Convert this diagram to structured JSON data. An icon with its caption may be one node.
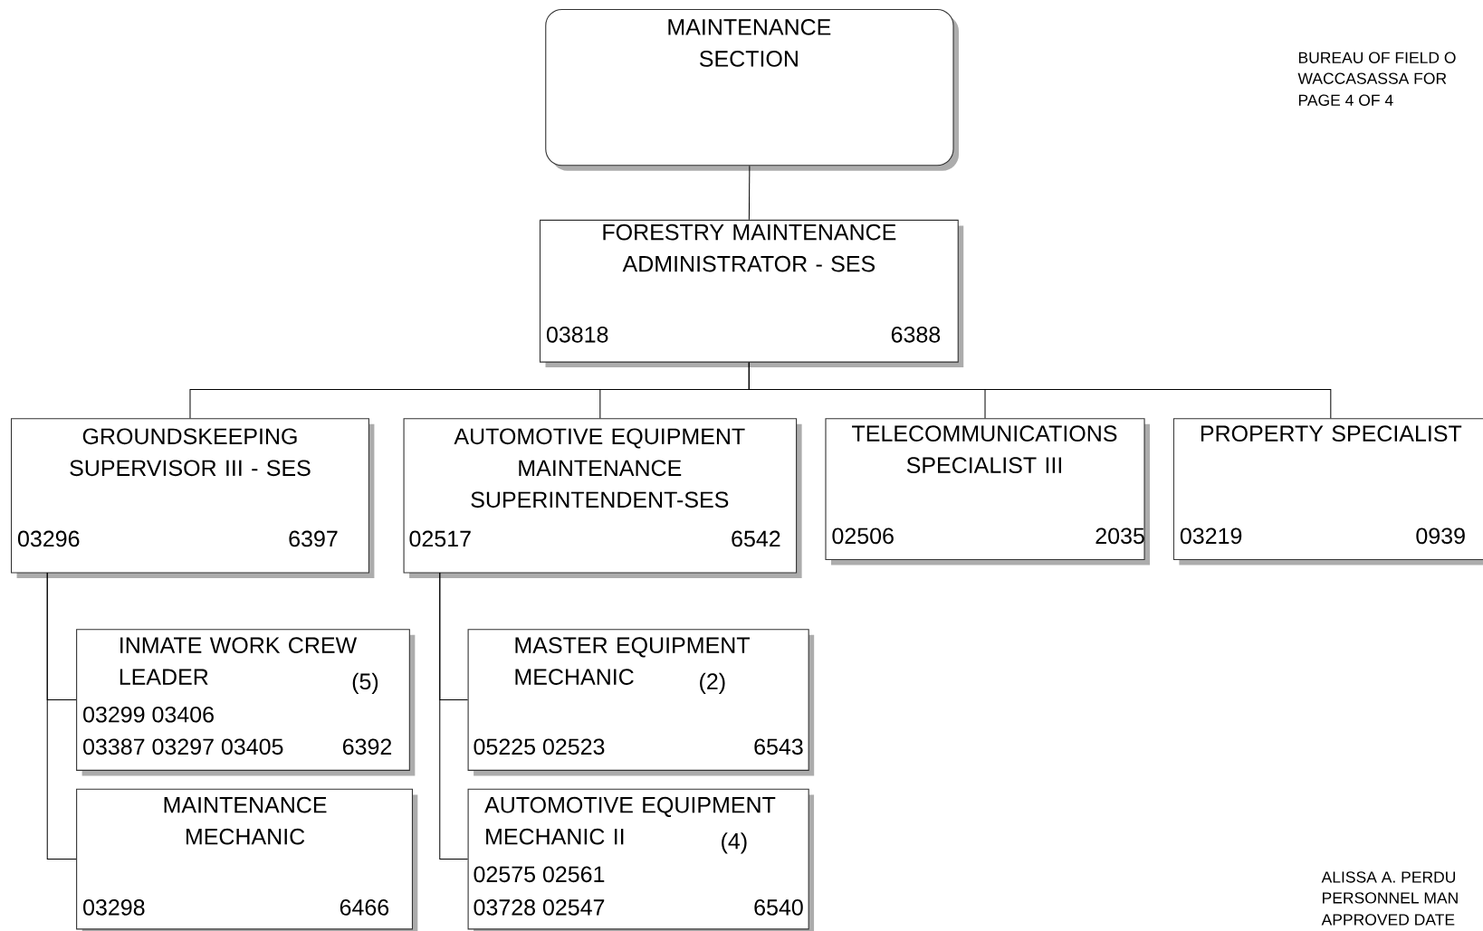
{
  "diagram": {
    "nodes": [
      {
        "text": [
          "MAINTENANCE SECTION"
        ]
      },
      {
        "text": [
          "FORESTRY MAINTENANCE ADMINISTRATOR - SES",
          "03818",
          "6388"
        ]
      },
      {
        "text": [
          "GROUNDSKEEPING SUPERVISOR III - SES",
          "03296",
          "6397"
        ]
      },
      {
        "text": [
          "AUTOMOTIVE EQUIPMENT MAINTENANCE SUPERINTENDENT-SES",
          "02517",
          "6542"
        ]
      },
      {
        "text": [
          "TELECOMMUNICATIONS SPECIALIST III",
          "02506",
          "2035"
        ]
      },
      {
        "text": [
          "PROPERTY SPECIALIST",
          "03219",
          "0939"
        ]
      },
      {
        "text": [
          "INMATE WORK CREW LEADER",
          "(5)",
          "03299 03406",
          "03387 03297 03405",
          "6392"
        ]
      },
      {
        "text": [
          "MAINTENANCE MECHANIC",
          "03298",
          "6466"
        ]
      },
      {
        "text": [
          "MASTER EQUIPMENT MECHANIC",
          "(2)",
          "05225 02523",
          "6543"
        ]
      },
      {
        "text": [
          "AUTOMOTIVE EQUIPMENT MECHANIC II",
          "(4)",
          "02575 02561",
          "03728 02547",
          "6540"
        ]
      }
    ],
    "edges": [
      {
        "from": 0,
        "to": 1,
        "arrow": "none"
      },
      {
        "from": 1,
        "to": 2,
        "arrow": "none"
      },
      {
        "from": 1,
        "to": 3,
        "arrow": "none"
      },
      {
        "from": 1,
        "to": 4,
        "arrow": "none"
      },
      {
        "from": 1,
        "to": 5,
        "arrow": "none"
      },
      {
        "from": 2,
        "to": 6,
        "arrow": "none"
      },
      {
        "from": 2,
        "to": 7,
        "arrow": "none"
      },
      {
        "from": 3,
        "to": 8,
        "arrow": "none"
      },
      {
        "from": 3,
        "to": 9,
        "arrow": "none"
      }
    ],
    "labels": [
      "BUREAU OF FIELD O",
      "WACCASASSA FOR",
      "PAGE 4 OF 4",
      "ALISSA A. PERDU",
      "PERSONNEL MAN",
      "APPROVED DATE"
    ]
  }
}
